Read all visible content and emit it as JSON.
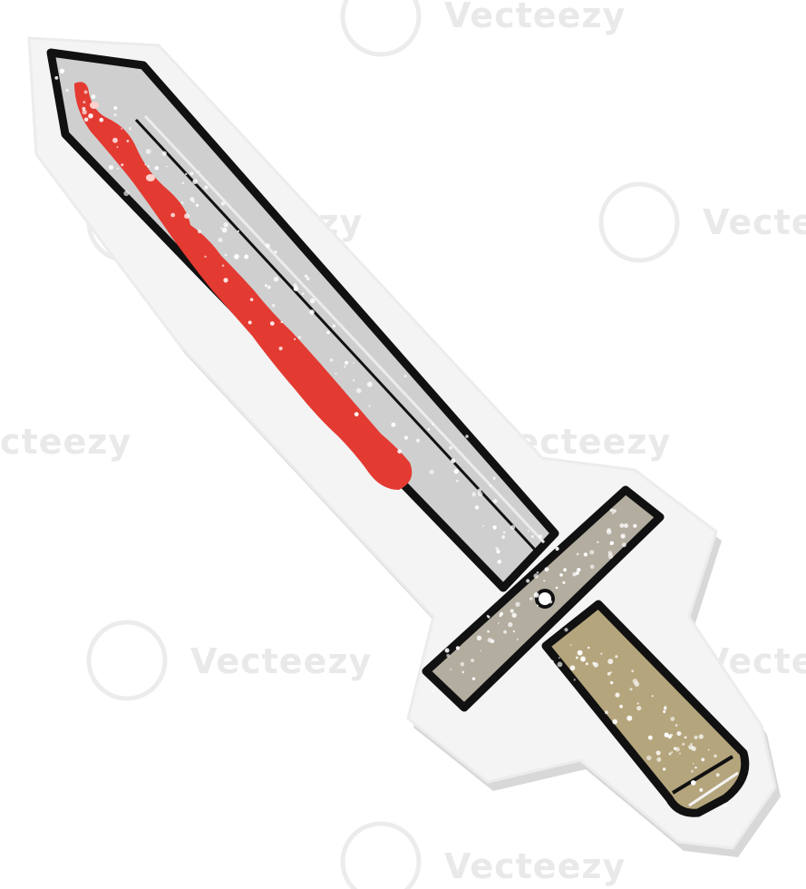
{
  "image": {
    "subject": "sword",
    "style": "distressed cartoon sticker"
  },
  "watermark": {
    "text": "Vecteezy",
    "color": "#e9e9e9"
  },
  "colors": {
    "background": "#ffffff",
    "sticker_backing": "#f4f4f4",
    "sticker_shadow": "#d6d6d6",
    "outline": "#111111",
    "blade": "#cfcfcf",
    "blade_highlight": "#e2e2e2",
    "blood": "#e33a32",
    "crossguard": "#b3ada0",
    "grip": "#b5a57d",
    "speckle": "#ffffff"
  }
}
